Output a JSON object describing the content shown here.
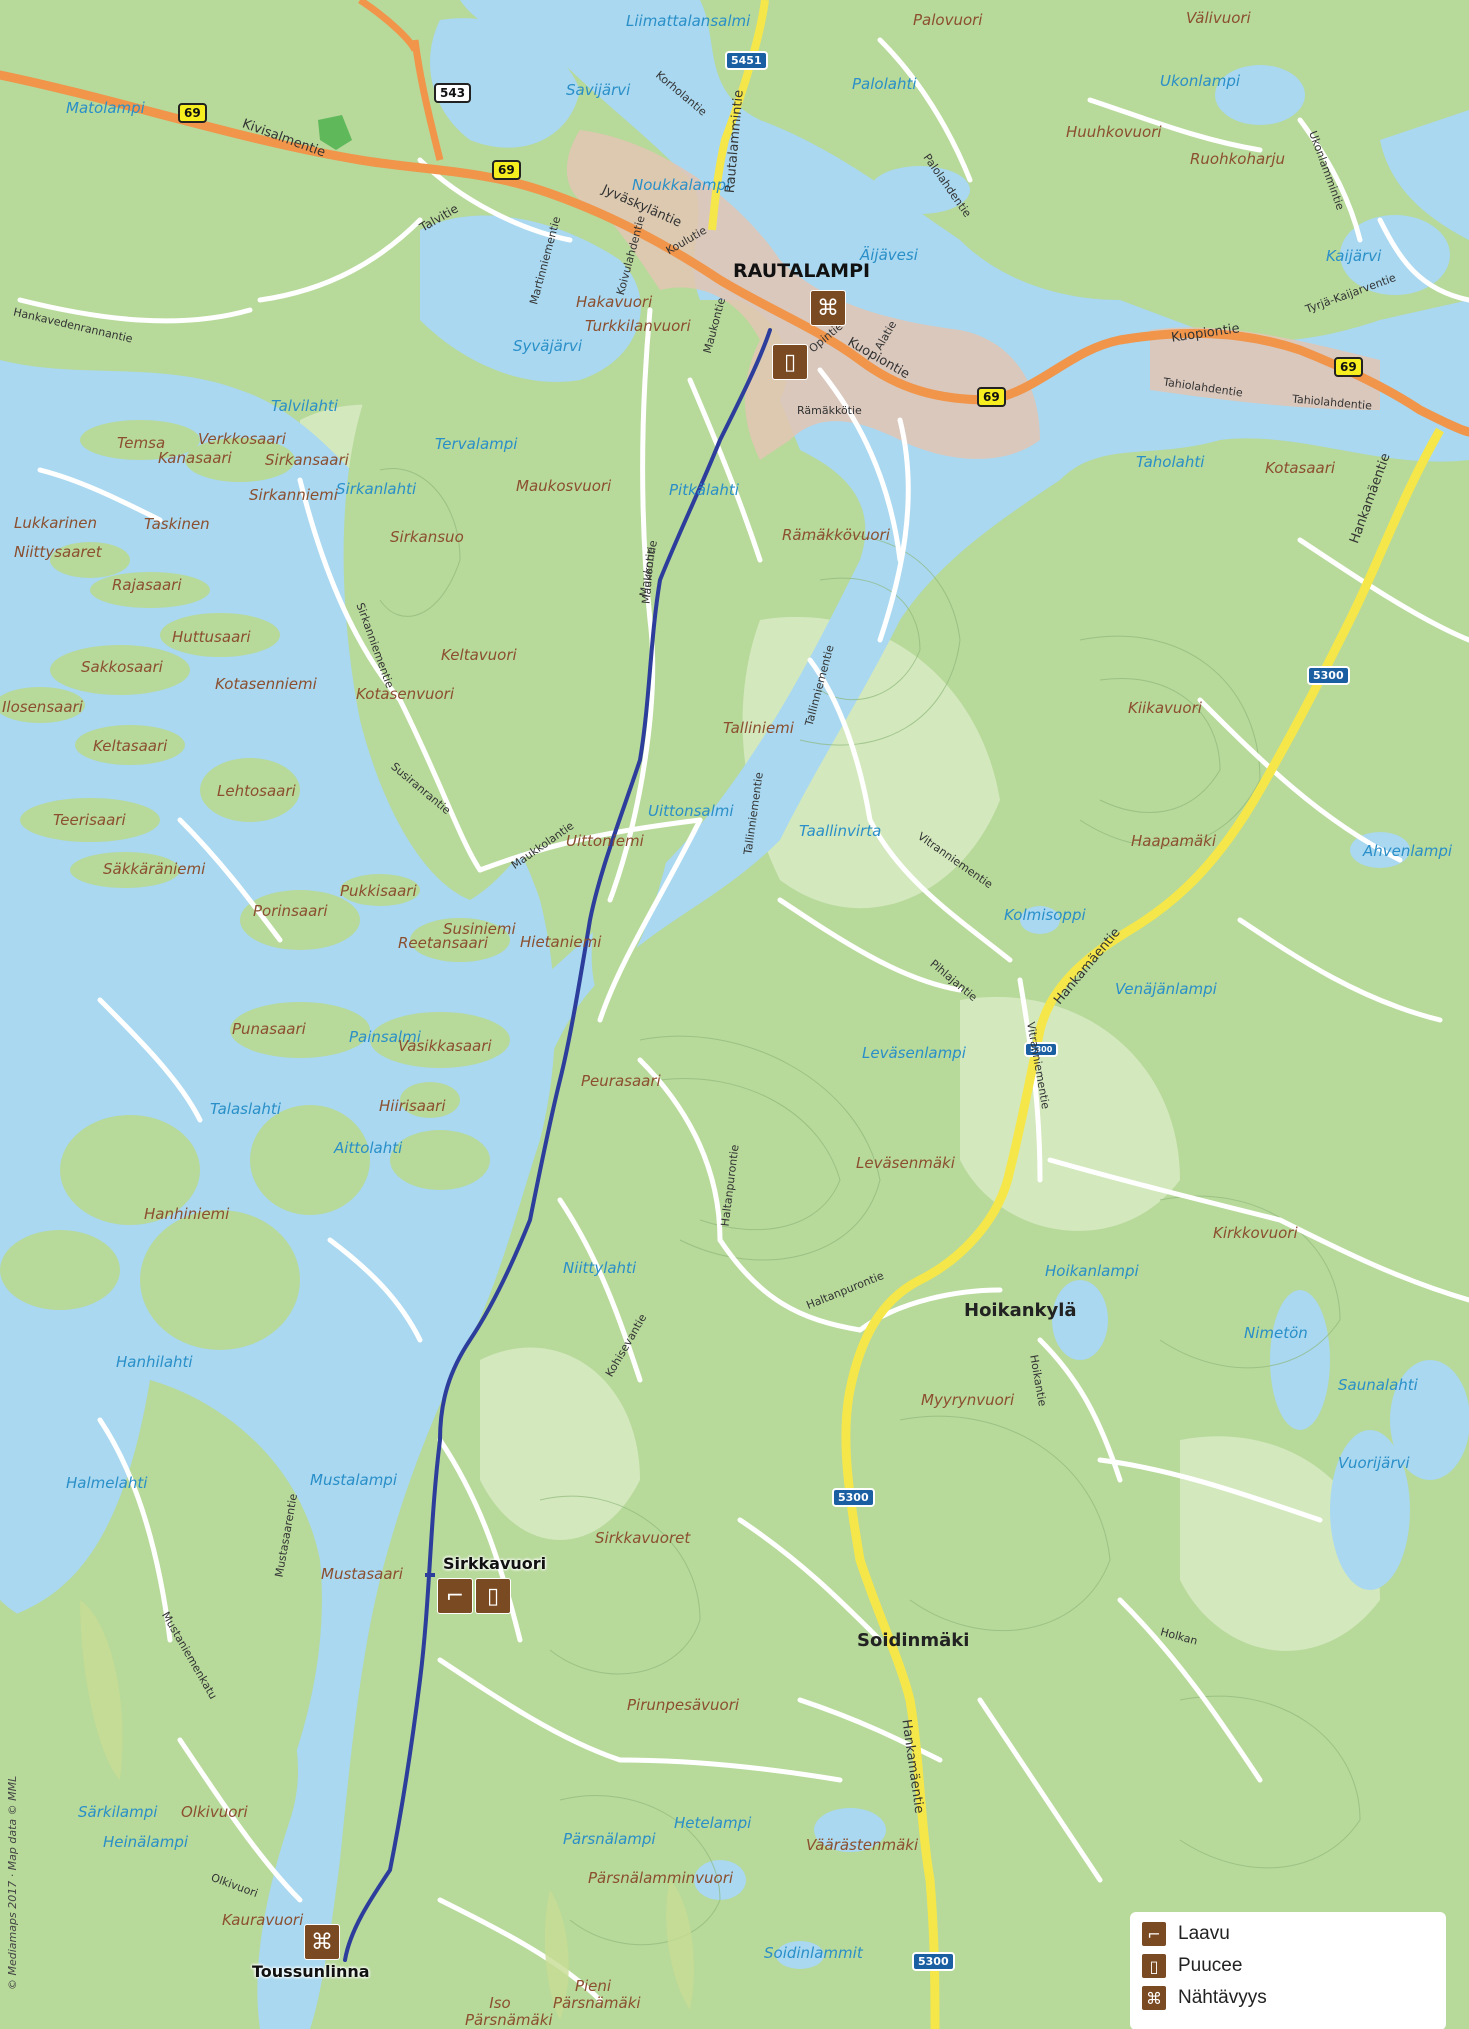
{
  "map": {
    "town": "RAUTALAMPI",
    "villages": [
      "Hoikankylä",
      "Soidinmäki"
    ],
    "pois": {
      "sirkkavuori": "Sirkkavuori",
      "toussunlinna": "Toussunlinna"
    },
    "water_labels": [
      "Liimattalansalmi",
      "Palolahti",
      "Ukonlampi",
      "Matolampi",
      "Savijärvi",
      "Noukkalampi",
      "Äijävesi",
      "Kaijärvi",
      "Syväjärvi",
      "Talvilahti",
      "Tervalampi",
      "Sirkanlahti",
      "Pitkälahti",
      "Taholahti",
      "Uittonsalmi",
      "Taallinvirta",
      "Ahvenlampi",
      "Kolmisoppi",
      "Venäjänlampi",
      "Leväsenlampi",
      "Painsalmi",
      "Talaslahti",
      "Aittolahti",
      "Niittylahti",
      "Hoikanlampi",
      "Nimetön",
      "Saunalahti",
      "Hanhilahti",
      "Halmelahti",
      "Mustalampi",
      "Vuorijärvi",
      "Särkilampi",
      "Heinälampi",
      "Pärsnälampi",
      "Hetelampi",
      "Soidinlammit"
    ],
    "terrain_labels": [
      "Palovuori",
      "Välivuori",
      "Huuhkovuori",
      "Ruohkoharju",
      "Hakavuori",
      "Turkkilanvuori",
      "Temsa",
      "Verkkosaari",
      "Kanasaari",
      "Sirkansaari",
      "Sirkanniemi",
      "Maukosvuori",
      "Rämäkkövuori",
      "Kotasaari",
      "Lukkarinen",
      "Taskinen",
      "Niittysaaret",
      "Rajasaari",
      "Sirkansuo",
      "Huttusaari",
      "Keltavuori",
      "Sakkosaari",
      "Kotasenniemi",
      "Kotasenvuori",
      "Kiikavuori",
      "Talliniemi",
      "Ilosensaari",
      "Keltasaari",
      "Lehtosaari",
      "Teerisaari",
      "Uittoniemi",
      "Haapamäki",
      "Säkkäräniemi",
      "Pukkisaari",
      "Porinsaari",
      "Susiniemi",
      "Reetansaari",
      "Hietaniemi",
      "Punasaari",
      "Vasikkasaari",
      "Peurasaari",
      "Hiirisaari",
      "Leväsenmäki",
      "Hanhiniemi",
      "Kirkkovuori",
      "Myyrynvuori",
      "Mustasaari",
      "Sirkkavuoret",
      "Pirunpesävuori",
      "Olkivuori",
      "Väärästenmäki",
      "Kauravuori",
      "Pärsnälamminvuori",
      "Pieni Pärsnämäki",
      "Iso Pärsnämäki"
    ],
    "road_labels": [
      "Kivisalmentie",
      "Jyväskyläntie",
      "Talvitie",
      "Hankavedenrannantie",
      "Kuopiontie",
      "Rautalammintie",
      "Hankamäentie",
      "Tallinniementie",
      "Vitranniementie",
      "Pihlajantie",
      "Haltanpurontie",
      "Hoikantie",
      "Kohisevantie",
      "Maukontie",
      "Sirkanniementie",
      "Koulutie",
      "Opintie",
      "Rämäkkötie",
      "Alatie",
      "Tahiolahdentie",
      "Tyrjä-Kaijarventie",
      "Ukonlammintie",
      "Palolahdentie",
      "Martinniementie",
      "Koivulahdentie",
      "Korholantie",
      "Susiranrantie",
      "Maukkolantie",
      "Mustasaarentie",
      "Mustaniemenkatu",
      "Olkivuori",
      "Holkan"
    ],
    "shields": {
      "r69": "69",
      "r543": "543",
      "r5451": "5451",
      "r5300": "5300"
    }
  },
  "legend": {
    "items": [
      {
        "icon": "laavu-icon",
        "label": "Laavu"
      },
      {
        "icon": "puucee-icon",
        "label": "Puucee"
      },
      {
        "icon": "nahtavyys-icon",
        "label": "Nähtävyys"
      }
    ]
  },
  "credit": "© Mediamaps 2017 · Map data © MML",
  "colors": {
    "land": "#b7d99a",
    "land_light": "#d3e8bd",
    "water": "#a9d8f0",
    "highway": "#f0954a",
    "main_road": "#f5e74a",
    "route": "#2c3d9c",
    "icon": "#7a4a22"
  }
}
